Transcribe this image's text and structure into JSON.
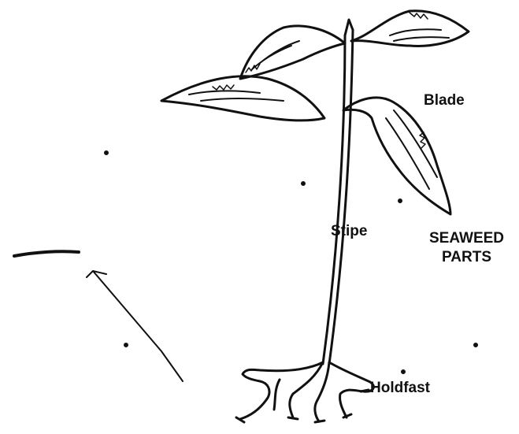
{
  "labels": {
    "blade": "Blade",
    "stipe": "Stipe",
    "holdfast": "Holdfast"
  },
  "title": {
    "line1": "SEAWEED",
    "line2": "PARTS"
  },
  "colors": {
    "ink": "#111111",
    "background": "#ffffff"
  }
}
